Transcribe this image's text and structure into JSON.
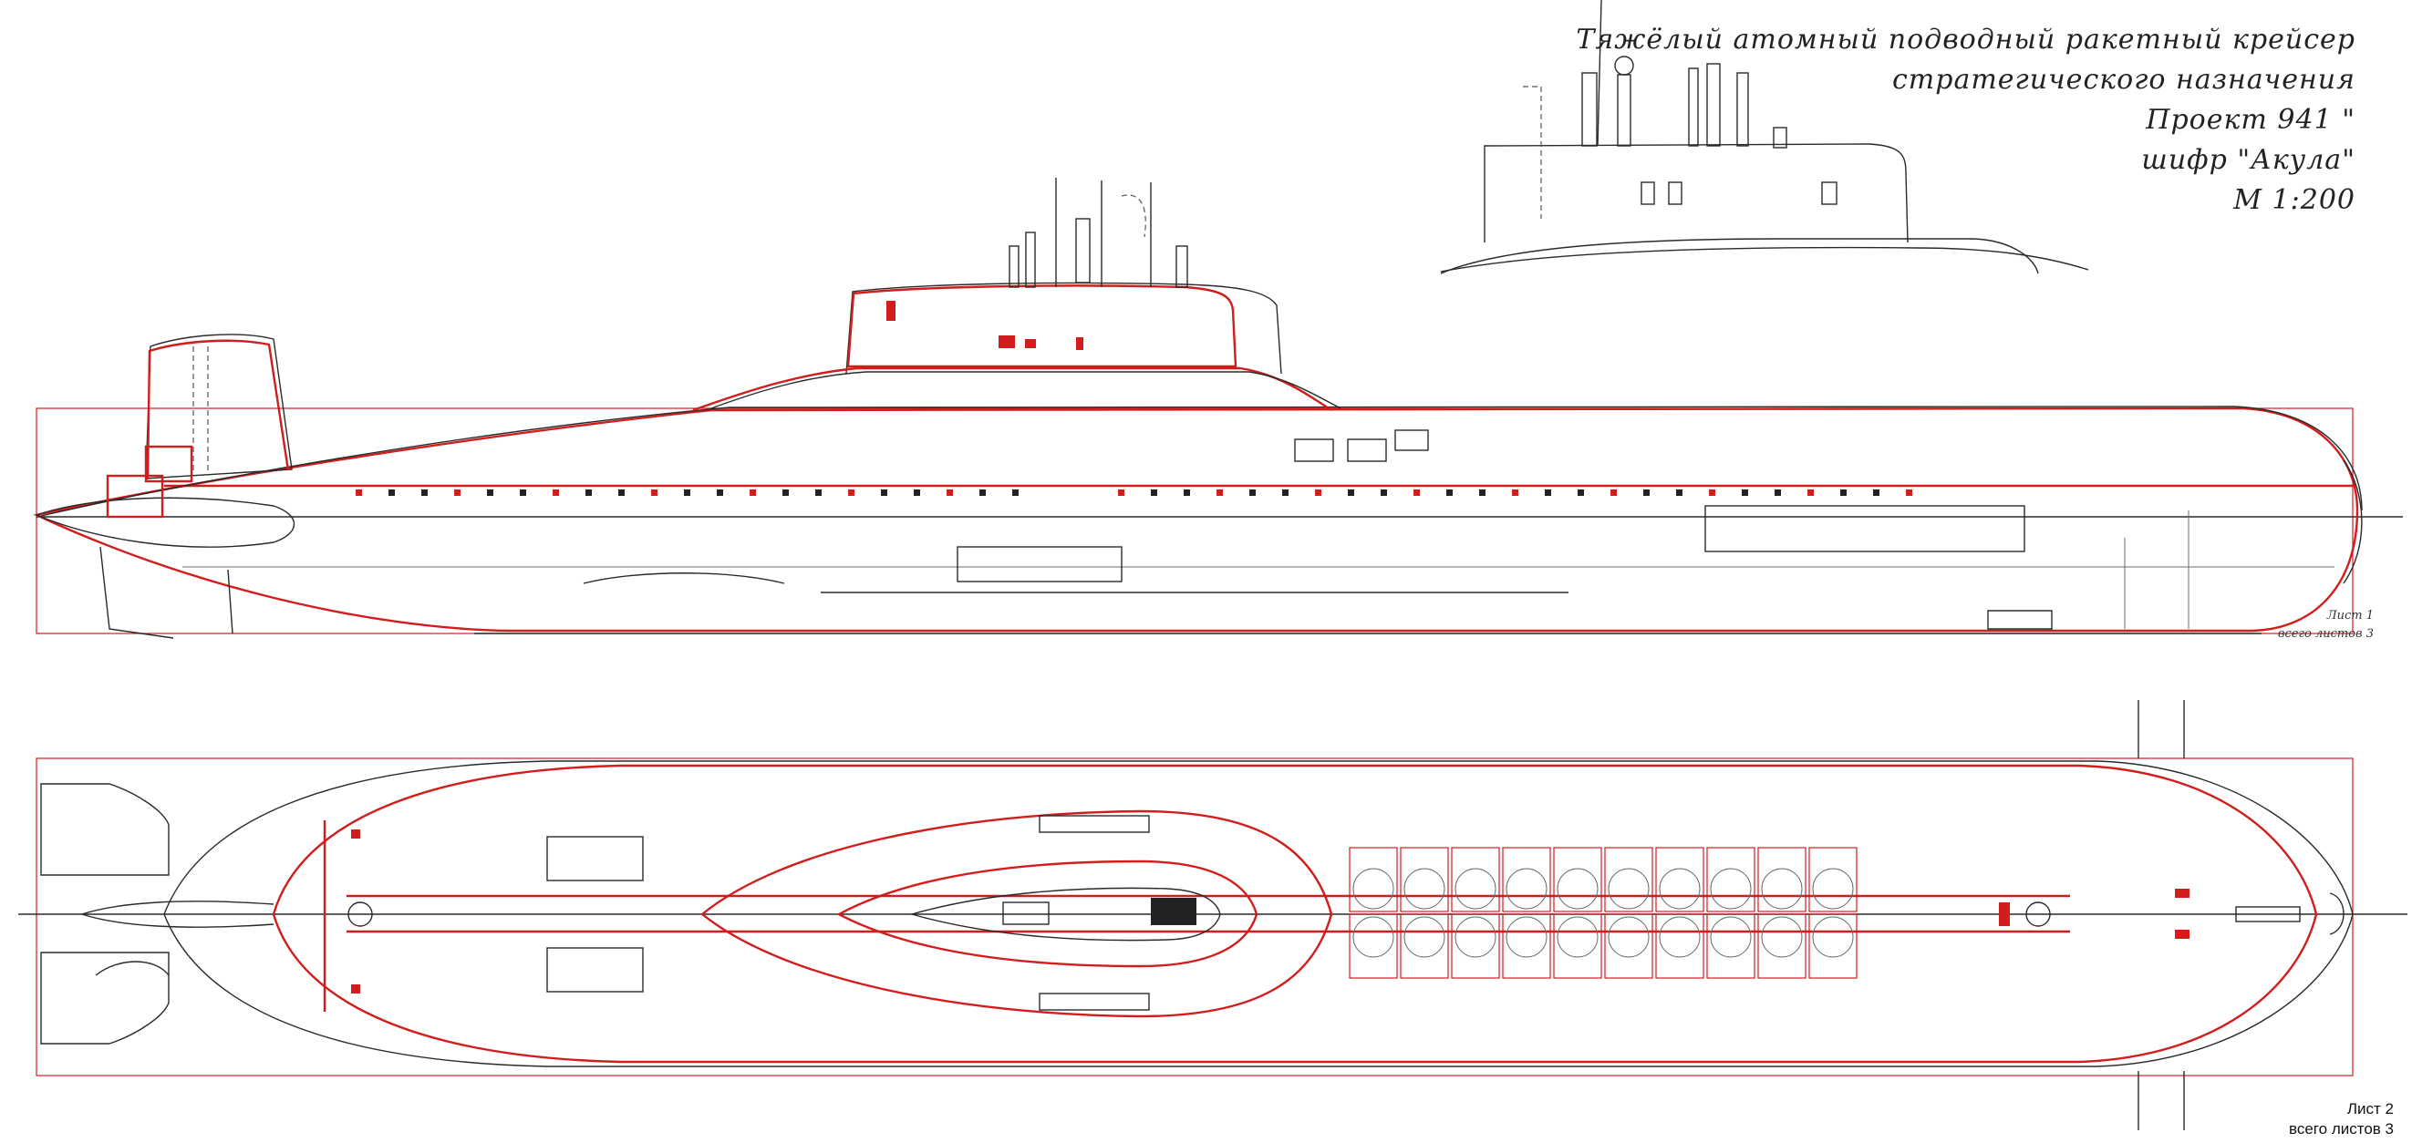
{
  "title_block": {
    "lines": [
      "Тяжёлый атомный подводный ракетный крейсер",
      "стратегического назначения",
      "Проект 941 \"",
      "шифр \"Акула\"",
      "М 1:200"
    ]
  },
  "side_note": {
    "line1": "Лист 1",
    "line2": "всего листов 3"
  },
  "sheet_label": {
    "sheet": "Лист 2",
    "total": "всего листов 3"
  },
  "colors": {
    "outline": "#2a2a2a",
    "accent": "#d21d1d",
    "background": "#ffffff"
  }
}
